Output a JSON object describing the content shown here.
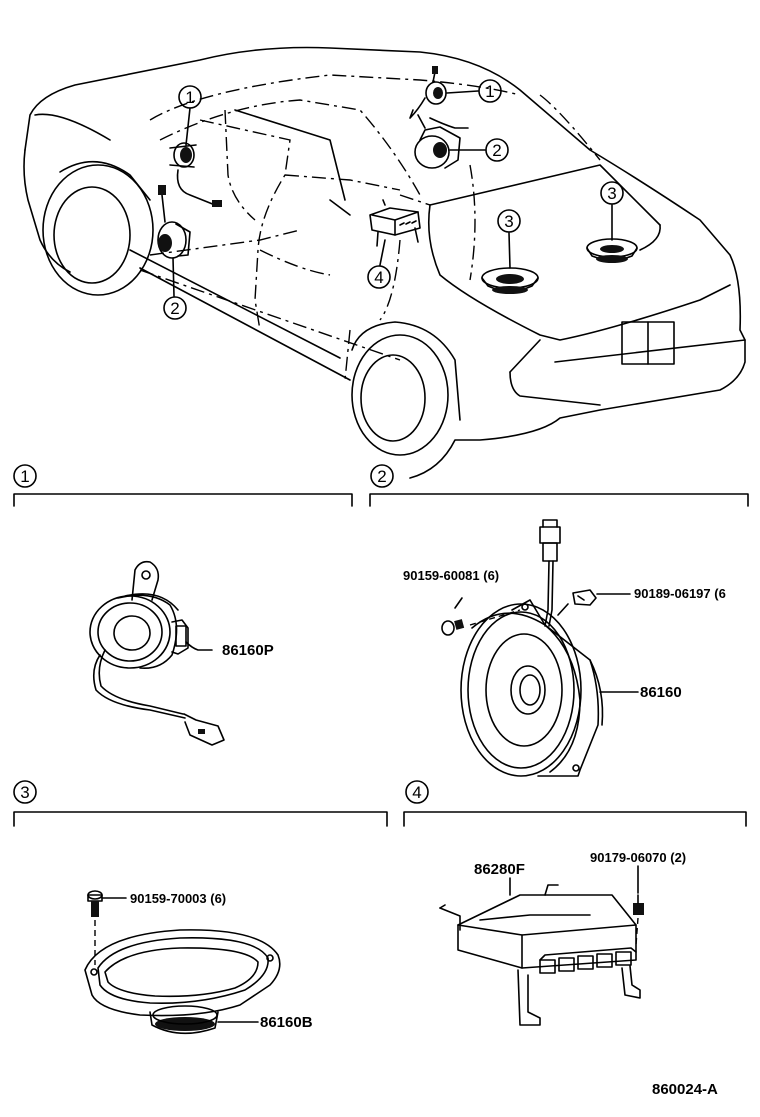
{
  "callouts": {
    "c1": "1",
    "c2": "2",
    "c3": "3",
    "c4": "4"
  },
  "sections": [
    {
      "number": "1",
      "parts": [
        {
          "label": "86160P"
        }
      ]
    },
    {
      "number": "2",
      "parts": [
        {
          "label": "90159-60081 (6)"
        },
        {
          "label": "90189-06197 (6"
        },
        {
          "label": "86160"
        }
      ]
    },
    {
      "number": "3",
      "parts": [
        {
          "label": "90159-70003 (6)"
        },
        {
          "label": "86160B"
        }
      ]
    },
    {
      "number": "4",
      "parts": [
        {
          "label": "86280F"
        },
        {
          "label": "90179-06070 (2)"
        }
      ]
    }
  ],
  "figure_code": "860024-A"
}
